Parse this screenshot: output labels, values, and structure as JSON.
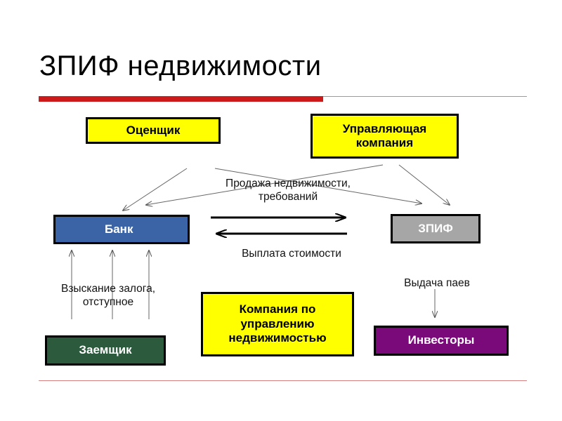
{
  "slide": {
    "title": "ЗПИФ недвижимости"
  },
  "nodes": {
    "appraiser": "Оценщик",
    "management_company": "Управляющая компания",
    "bank": "Банк",
    "zpif": "ЗПИФ",
    "borrower": "Заемщик",
    "property_management_company": "Компания по управлению недвижимостью",
    "investors": "Инвесторы"
  },
  "labels": {
    "sale": "Продажа недвижимости, требований",
    "payment": "Выплата стоимости",
    "collection": "Взыскание залога, отступное",
    "shares": "Выдача паев"
  },
  "colors": {
    "title_bar": "#cc1a1a",
    "yellow_box": "#ffff00",
    "bank_box": "#3a64a6",
    "zpif_box": "#a6a6a6",
    "borrower_box": "#2b5a3d",
    "investors_box": "#7a0a7a"
  }
}
